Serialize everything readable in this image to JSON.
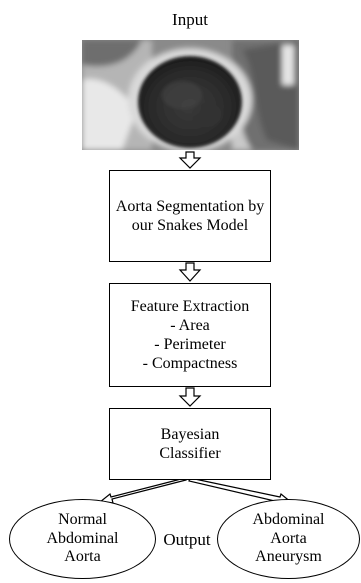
{
  "diagram": {
    "input_label": "Input",
    "steps": [
      {
        "lines": [
          "Aorta Segmentation by",
          "our Snakes Model"
        ]
      },
      {
        "lines": [
          "Feature Extraction",
          "- Area",
          "- Perimeter",
          "- Compactness"
        ]
      },
      {
        "lines": [
          "Bayesian",
          "Classifier"
        ]
      }
    ],
    "outputs": [
      {
        "lines": [
          "Normal",
          "Abdominal",
          "Aorta"
        ]
      },
      {
        "lines": [
          "Abdominal",
          "Aorta",
          "Aneurysm"
        ]
      }
    ],
    "output_label": "Output"
  }
}
